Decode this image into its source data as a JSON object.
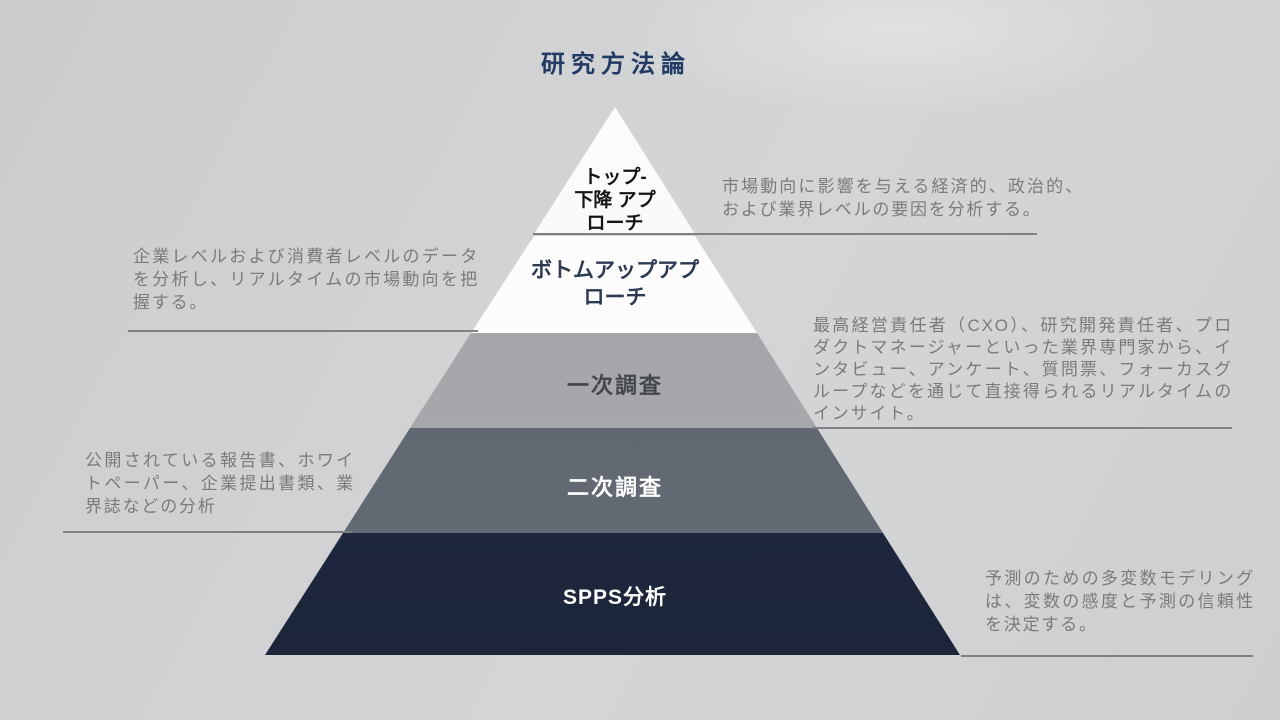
{
  "slide": {
    "title": "研究方法論"
  },
  "pyramid": {
    "levels": [
      {
        "id": "top-down-approach",
        "label": "トップ-\n下降 アプ\nローチ",
        "color": "#f7f7f8"
      },
      {
        "id": "bottom-up-approach",
        "label": "ボトムアップアプ\nローチ",
        "color": "#fbfbfc"
      },
      {
        "id": "primary-research",
        "label": "一次調査",
        "color": "#a4a5a9"
      },
      {
        "id": "secondary-research",
        "label": "二次調査",
        "color": "#60666f"
      },
      {
        "id": "spss-analysis",
        "label": "SPPS分析",
        "color": "#1f2941"
      }
    ]
  },
  "annotations": {
    "left": [
      {
        "text": "企業レベルおよび消費者レベルのデータを分析し、リアルタイムの市場動向を把握する。"
      },
      {
        "text": "公開されている報告書、ホワイトペーパー、企業提出書類、業界誌などの分析"
      }
    ],
    "right": [
      {
        "text": "市場動向に影響を与える経済的、政治的、および業界レベルの要因を分析する。"
      },
      {
        "text": "最高経営責任者（CXO）、研究開発責任者、プロダクトマネージャーといった業界専門家から、インタビュー、アンケート、質問票、フォーカスグループなどを通じて直接得られるリアルタイムのインサイト。"
      },
      {
        "text": "予測のための多変数モデリングは、変数の感度と予測の信頼性を決定する。"
      }
    ]
  },
  "colors": {
    "background": "#d2d3d5",
    "title": "#203a64",
    "annotation_text": "#7b7b7b",
    "connector_line": "#808084",
    "label_black": "#141414",
    "label_navy": "#2c3a52",
    "label_gray": "#43464b",
    "label_white": "#ffffff"
  }
}
